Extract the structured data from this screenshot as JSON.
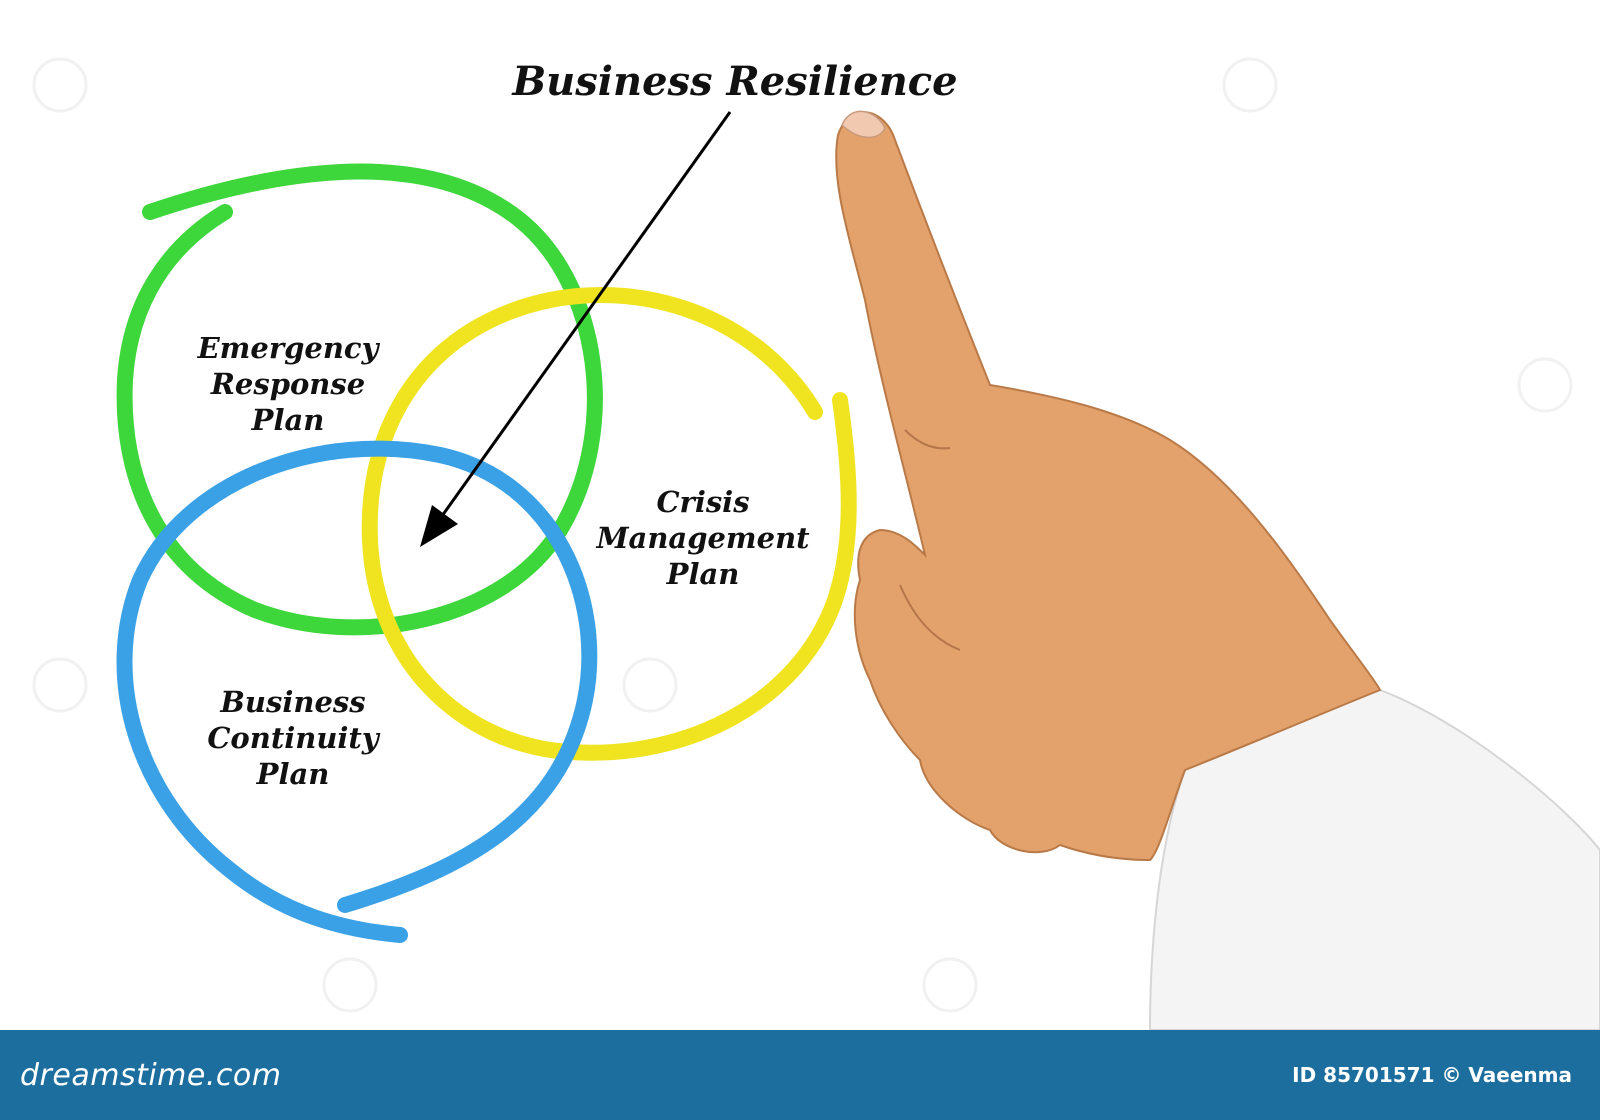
{
  "diagram": {
    "title": "Business Resilience",
    "circles": [
      {
        "id": "emergency",
        "label_lines": [
          "Emergency",
          "Response",
          "Plan"
        ],
        "color": "#3dd63b"
      },
      {
        "id": "crisis",
        "label_lines": [
          "Crisis",
          "Management",
          "Plan"
        ],
        "color": "#f0e421"
      },
      {
        "id": "continuity",
        "label_lines": [
          "Business",
          "Continuity",
          "Plan"
        ],
        "color": "#3ba1e6"
      }
    ],
    "arrow_color": "#000000"
  },
  "photo": {
    "skin_color": "#e3a26c",
    "sleeve_color": "#f4f4f4"
  },
  "footer": {
    "site": "dreamstime.com",
    "credit": "ID 85701571 © Vaeenma",
    "background": "#1b6e9e"
  }
}
